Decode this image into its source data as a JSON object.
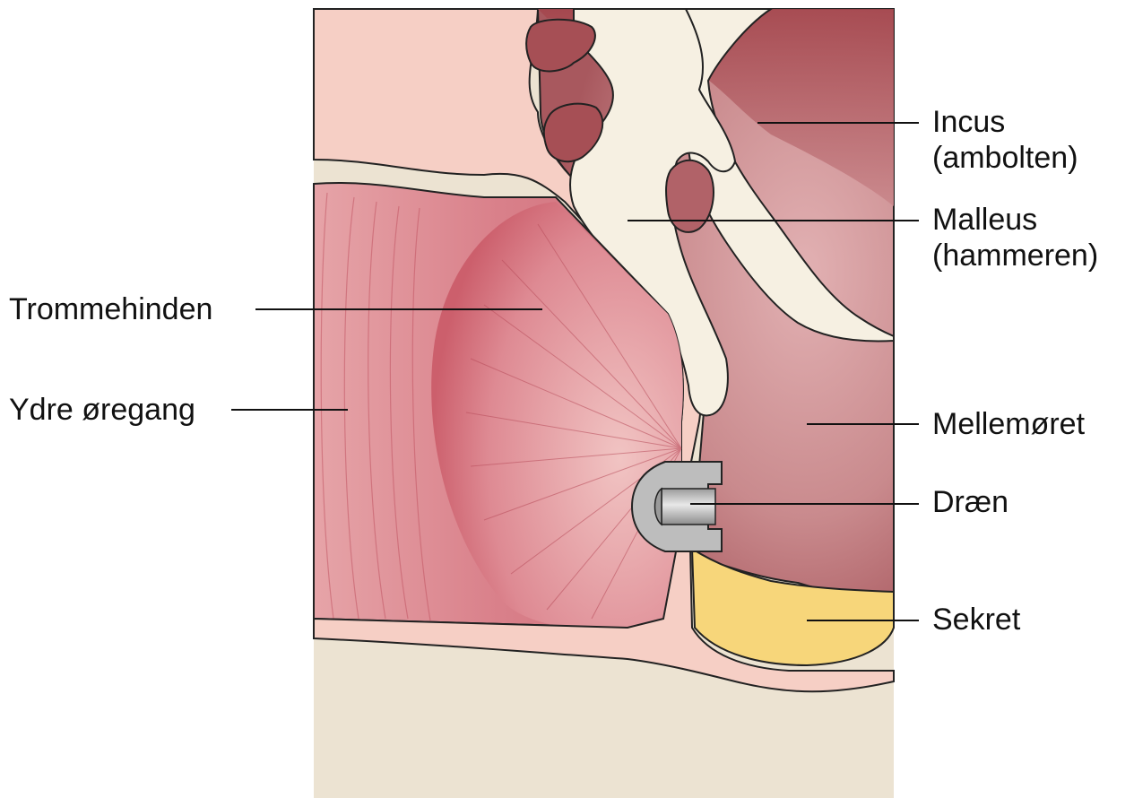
{
  "colors": {
    "background_tissue": "#ece3d2",
    "membrane_pink": "#f6cfc5",
    "canal_red": "#d9707c",
    "middle_ear": "#c98a8d",
    "bone": "#f6f0e2",
    "cavity_dark": "#a64f55",
    "secretion": "#f7d67a",
    "drain_grey": "#b8b8b8"
  },
  "labels": {
    "incus_line1": "Incus",
    "incus_line2": "(ambolten)",
    "malleus_line1": "Malleus",
    "malleus_line2": "(hammeren)",
    "trommehinden": "Trommehinden",
    "ydre_oregang": "Ydre øregang",
    "mellemoret": "Mellemøret",
    "draen": "Dræn",
    "sekret": "Sekret"
  }
}
